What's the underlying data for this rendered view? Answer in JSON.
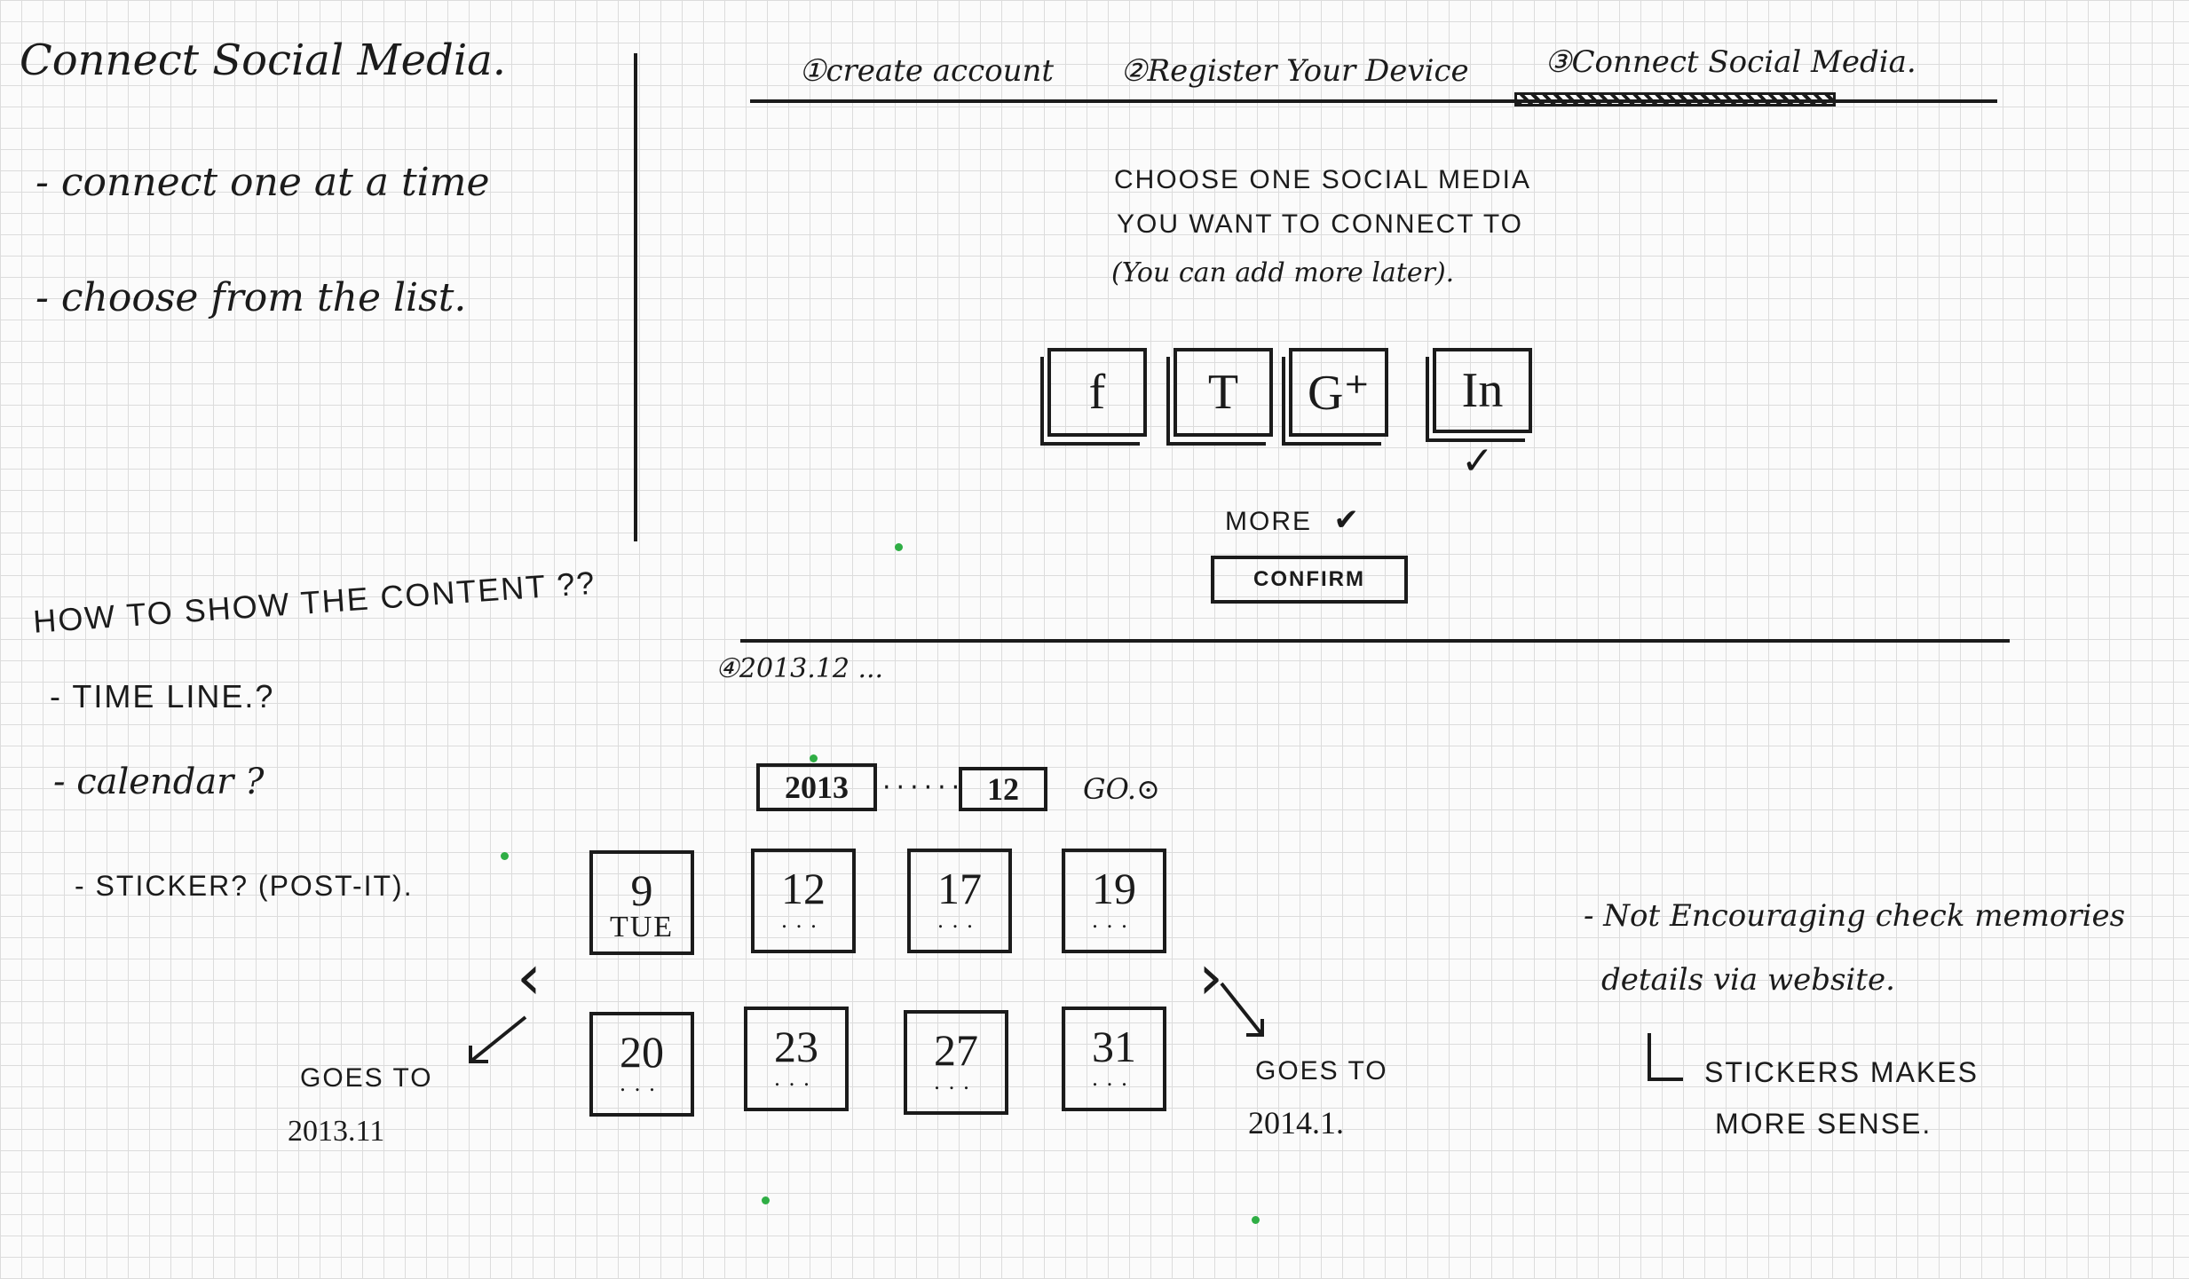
{
  "notes": {
    "title": "Connect Social Media.",
    "items": [
      "- connect one at a time",
      "- choose from the list."
    ]
  },
  "steps": [
    {
      "label": "①create account"
    },
    {
      "label": "②Register Your Device"
    },
    {
      "label": "③Connect Social Media."
    }
  ],
  "choose": {
    "line1": "CHOOSE ONE SOCIAL MEDIA",
    "line2": "YOU WANT TO CONNECT TO",
    "line3": "(You can add more later)."
  },
  "social_tiles": [
    {
      "glyph": "f",
      "icon": "facebook-icon"
    },
    {
      "glyph": "T",
      "icon": "twitter-icon"
    },
    {
      "glyph": "G⁺",
      "icon": "google-plus-icon"
    },
    {
      "glyph": "In",
      "icon": "linkedin-icon"
    }
  ],
  "selected_mark": "✓",
  "more": {
    "label": "MORE",
    "icon": "chevron-down-icon"
  },
  "confirm_label": "CONFIRM",
  "content_question": {
    "title": "HOW TO SHOW THE CONTENT ??",
    "items": [
      "- TIME LINE.?",
      "- calendar ?",
      "- STICKER? (POST-IT)."
    ]
  },
  "step4_label": "④2013.12 ...",
  "calendar": {
    "year": "2013",
    "month": "12",
    "go_label": "GO.⊙",
    "prev_arrow": "‹",
    "next_arrow": "›",
    "days": [
      {
        "num": "9",
        "sub": "TUE"
      },
      {
        "num": "12",
        "sub": "..."
      },
      {
        "num": "17",
        "sub": "..."
      },
      {
        "num": "19",
        "sub": "..."
      },
      {
        "num": "20",
        "sub": "..."
      },
      {
        "num": "23",
        "sub": "..."
      },
      {
        "num": "27",
        "sub": "..."
      },
      {
        "num": "31",
        "sub": "..."
      }
    ],
    "prev_note": {
      "line1": "GOES TO",
      "line2": "2013.11"
    },
    "next_note": {
      "line1": "GOES TO",
      "line2": "2014.1."
    }
  },
  "side_note": {
    "line1": "- Not Encouraging check memories",
    "line2": "details via website.",
    "line3": "STICKERS MAKES",
    "line4": "MORE SENSE."
  },
  "colors": {
    "ink": "#1b1b1b",
    "paper": "#fbfbfb",
    "grid": "#dcdcdc",
    "marker_green": "#2fae45"
  }
}
